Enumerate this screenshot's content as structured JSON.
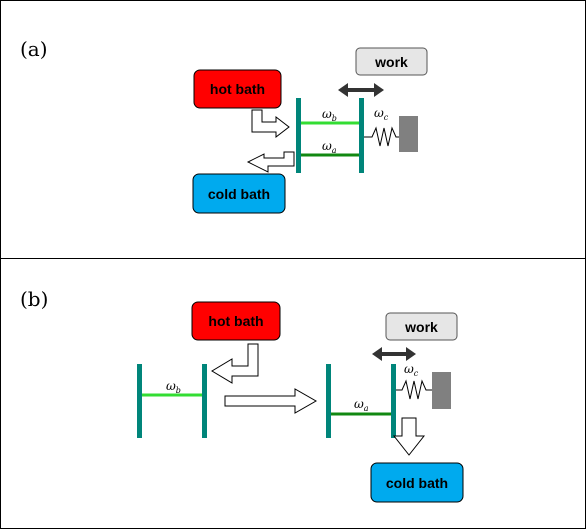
{
  "panels": [
    {
      "label": "(a)",
      "hot_bath": "hot bath",
      "cold_bath": "cold bath",
      "work": "work",
      "freq_b": "ω",
      "freq_b_sub": "b",
      "freq_a": "ω",
      "freq_a_sub": "a",
      "freq_c": "ω",
      "freq_c_sub": "c"
    },
    {
      "label": "(b)",
      "hot_bath": "hot bath",
      "cold_bath": "cold bath",
      "work": "work",
      "freq_b": "ω",
      "freq_b_sub": "b",
      "freq_a": "ω",
      "freq_a_sub": "a",
      "freq_c": "ω",
      "freq_c_sub": "c"
    }
  ],
  "colors": {
    "hot_bath": "#ff0000",
    "cold_bath": "#00aaee",
    "work_box": "#e6e6e6",
    "wall": "#00857a",
    "level_b": "#33dd33",
    "level_a": "#118811",
    "piston": "#808080",
    "double_arrow": "#333333"
  }
}
